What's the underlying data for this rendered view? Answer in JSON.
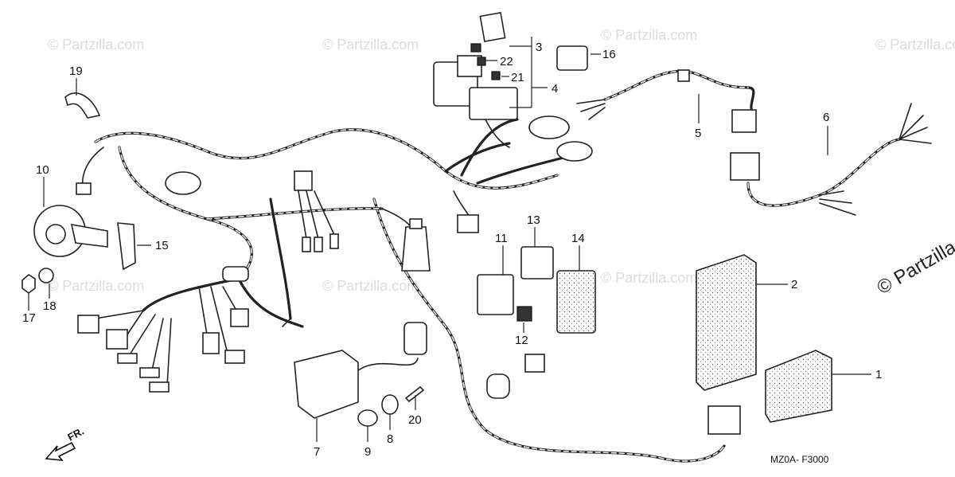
{
  "watermark": {
    "text": "© Partzilla.com",
    "edge_text": "© Partzilla"
  },
  "diagram_code": "MZ0A- F3000",
  "front_indicator": "FR.",
  "callouts": [
    {
      "id": "c1",
      "label": "1"
    },
    {
      "id": "c2",
      "label": "2"
    },
    {
      "id": "c3",
      "label": "3"
    },
    {
      "id": "c4",
      "label": "4"
    },
    {
      "id": "c5",
      "label": "5"
    },
    {
      "id": "c6",
      "label": "6"
    },
    {
      "id": "c7",
      "label": "7"
    },
    {
      "id": "c8",
      "label": "8"
    },
    {
      "id": "c9",
      "label": "9"
    },
    {
      "id": "c10",
      "label": "10"
    },
    {
      "id": "c11",
      "label": "11"
    },
    {
      "id": "c12",
      "label": "12"
    },
    {
      "id": "c13",
      "label": "13"
    },
    {
      "id": "c14",
      "label": "14"
    },
    {
      "id": "c15",
      "label": "15"
    },
    {
      "id": "c16",
      "label": "16"
    },
    {
      "id": "c17",
      "label": "17"
    },
    {
      "id": "c18",
      "label": "18"
    },
    {
      "id": "c19",
      "label": "19"
    },
    {
      "id": "c20",
      "label": "20"
    },
    {
      "id": "c21",
      "label": "21"
    },
    {
      "id": "c22",
      "label": "22"
    }
  ]
}
